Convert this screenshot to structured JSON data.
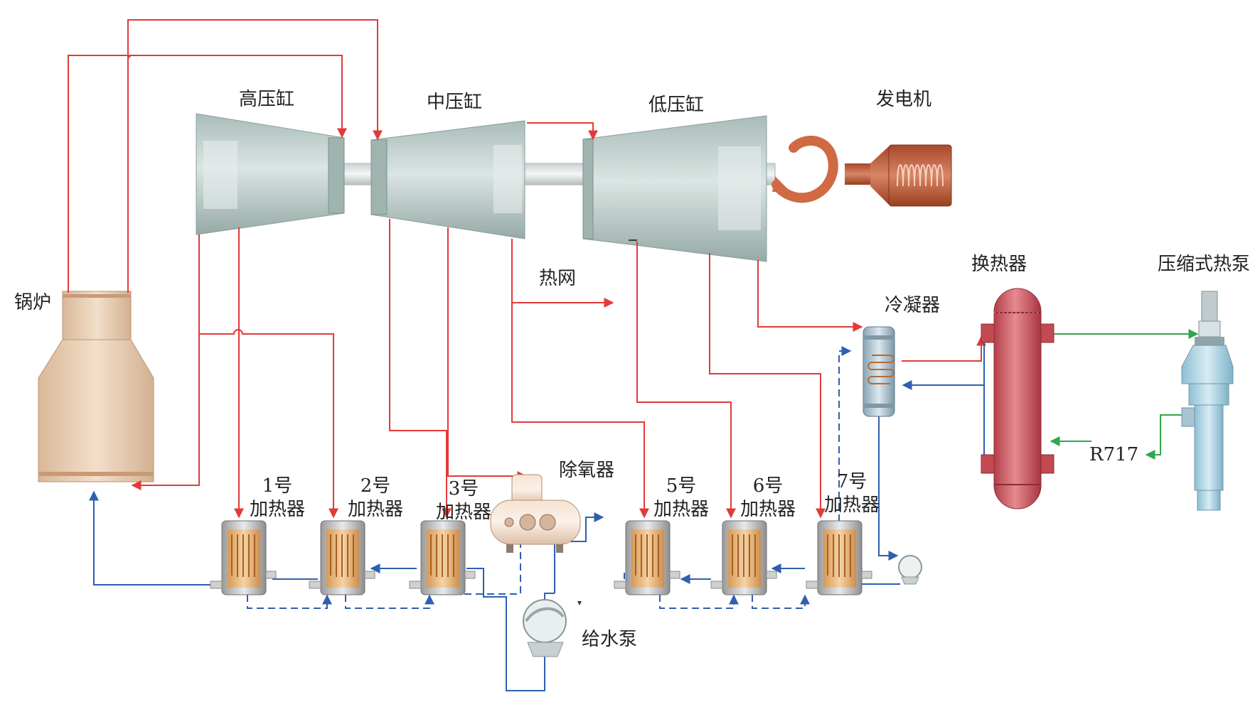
{
  "labels": {
    "boiler": "锅炉",
    "hp_cylinder": "高压缸",
    "ip_cylinder": "中压缸",
    "lp_cylinder": "低压缸",
    "generator": "发电机",
    "heat_network": "热网",
    "condenser": "冷凝器",
    "heat_exchanger": "换热器",
    "heat_pump": "压缩式热泵",
    "refrigerant": "R717",
    "deaerator": "除氧器",
    "feed_pump": "给水泵"
  },
  "heaters": [
    {
      "number": "1号",
      "name": "加热器"
    },
    {
      "number": "2号",
      "name": "加热器"
    },
    {
      "number": "3号",
      "name": "加热器"
    },
    {
      "number": "5号",
      "name": "加热器"
    },
    {
      "number": "6号",
      "name": "加热器"
    },
    {
      "number": "7号",
      "name": "加热器"
    }
  ],
  "colors": {
    "steam_line": "#e23a3a",
    "water_line": "#2f5fb0",
    "refrigerant_line": "#2fa84a",
    "turbine": "#b7c7c4",
    "boiler": "#e9cdb0",
    "generator": "#c0603f",
    "exchanger": "#c44f57",
    "heat_pump": "#a9d0e0"
  }
}
